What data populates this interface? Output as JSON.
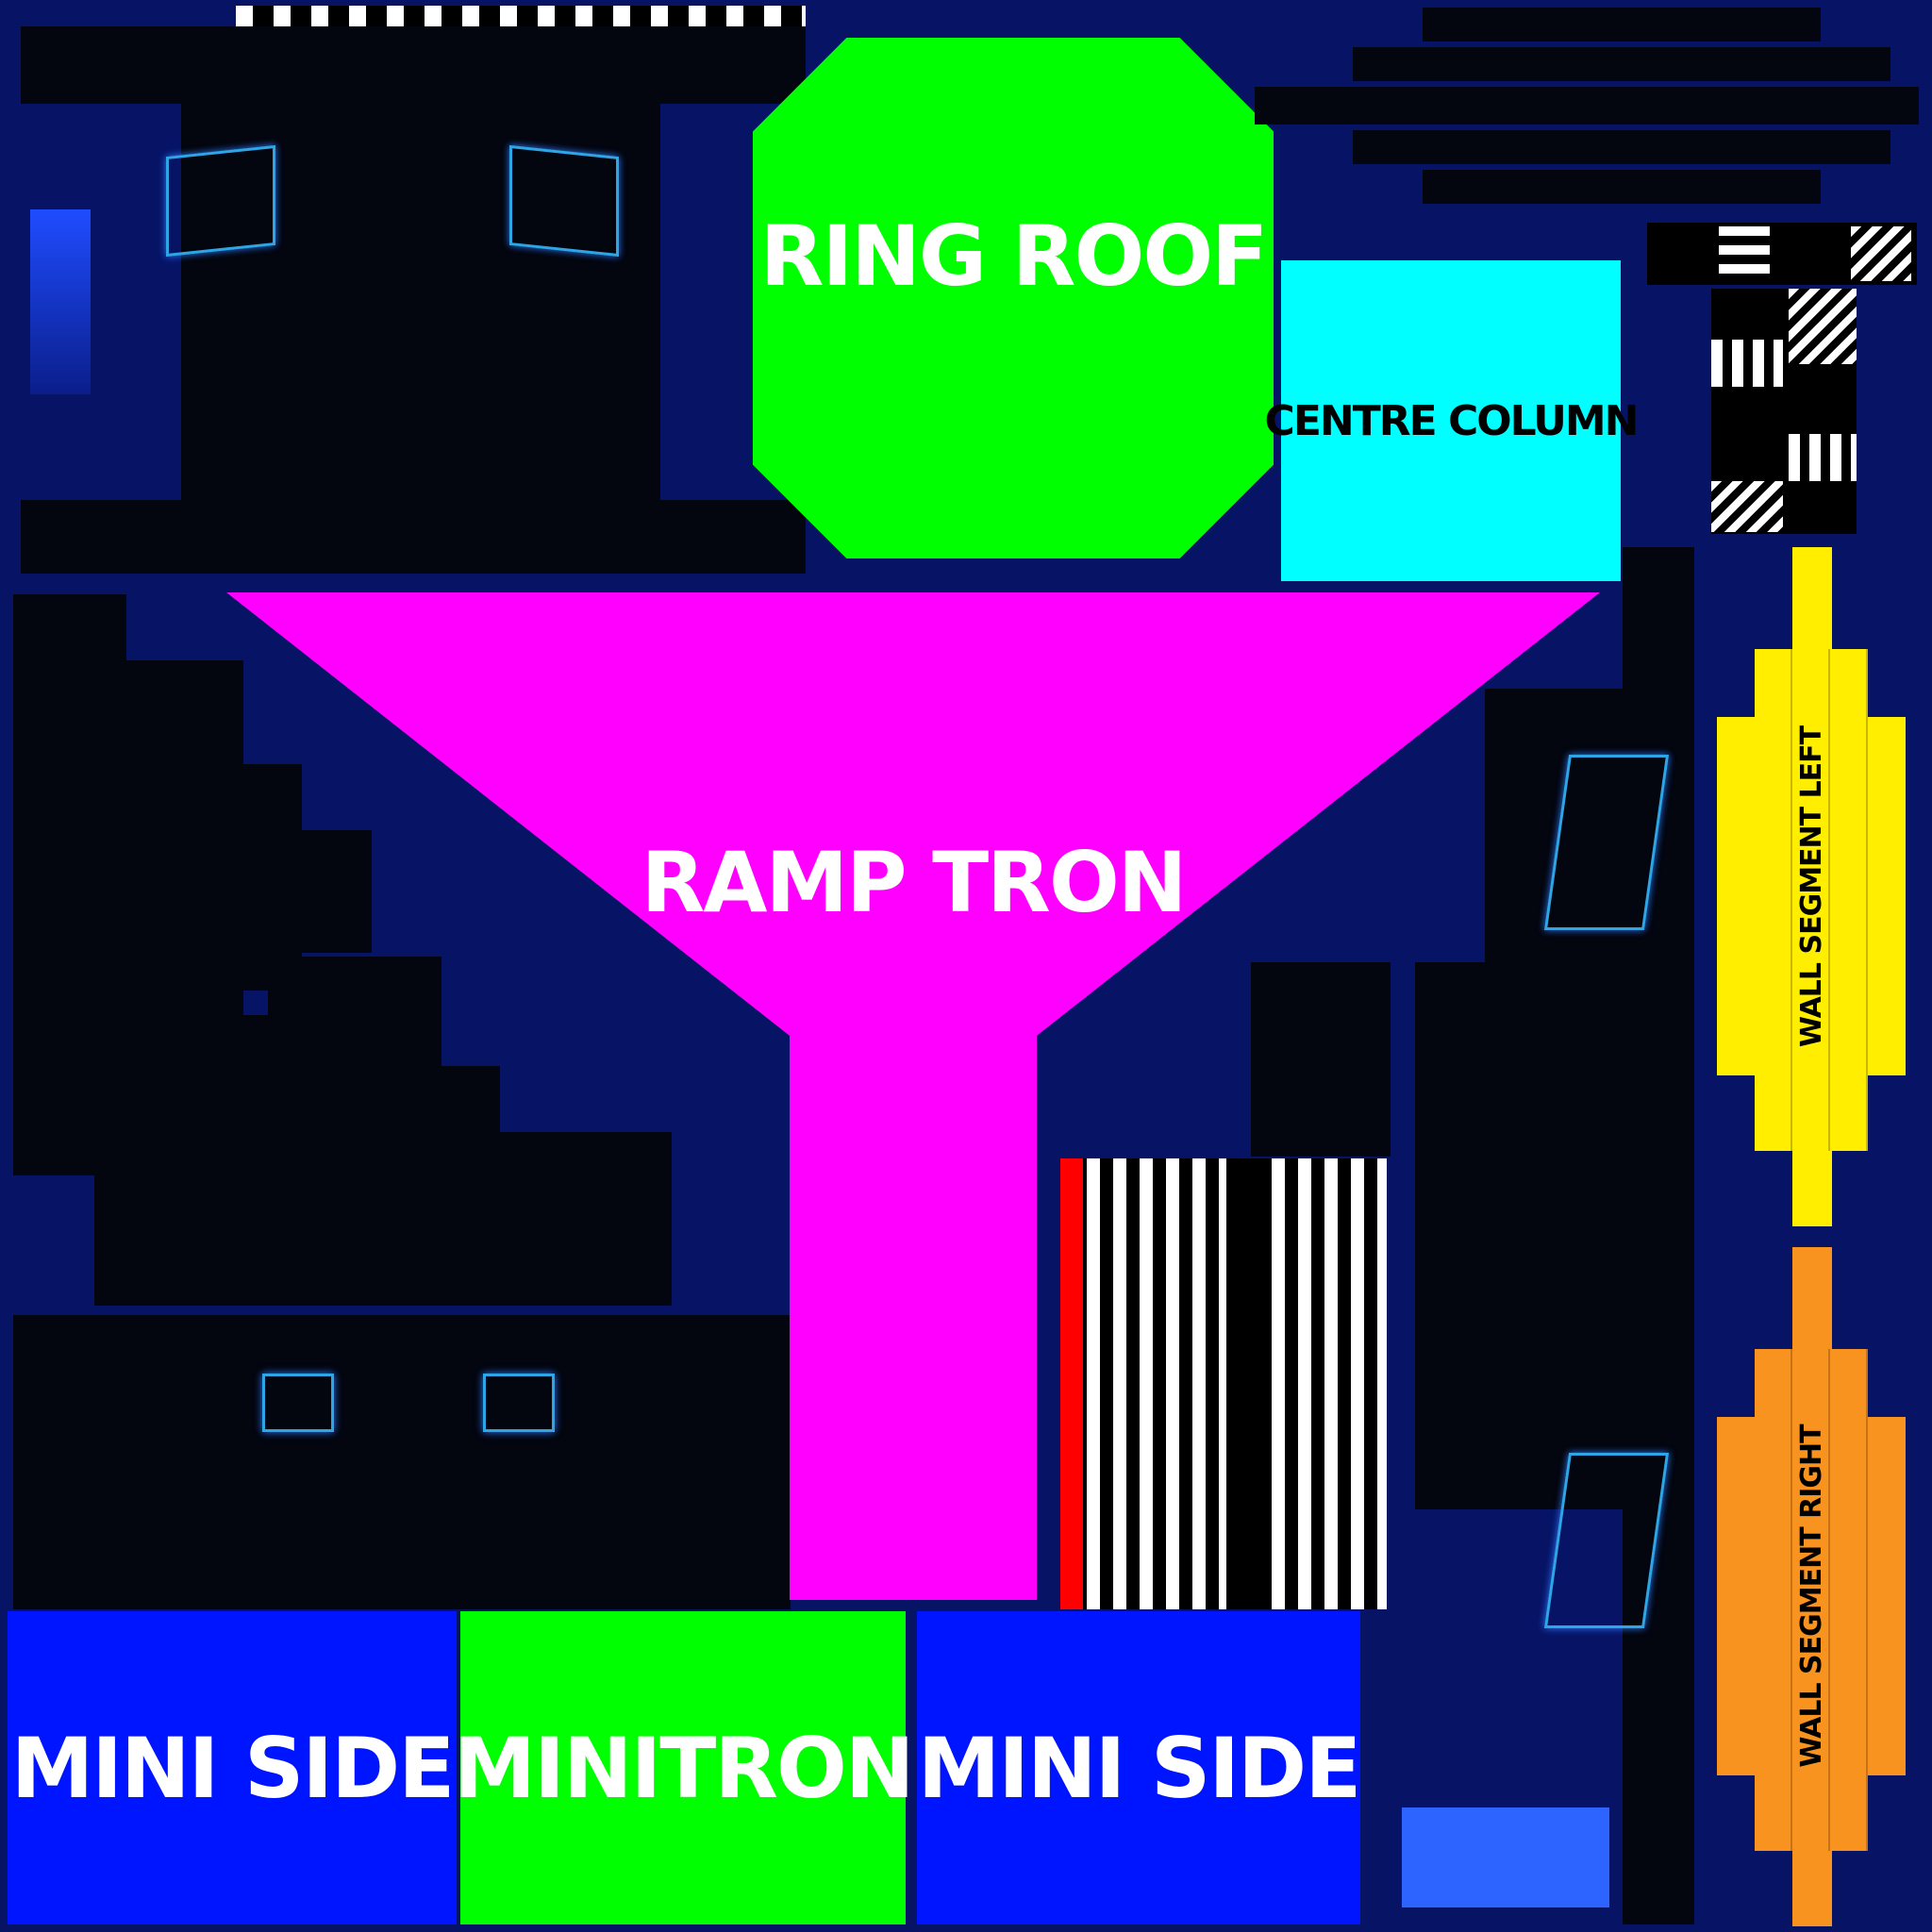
{
  "panels": {
    "ring_roof": "RING ROOF",
    "centre_column": "CENTRE COLUMN",
    "ramp_tron": "RAMP TRON",
    "mini_side_left": "MINI SIDE",
    "minitron": "MINITRON",
    "mini_side_right": "MINI SIDE",
    "wall_segment_left": "WALL SEGMENT LEFT",
    "wall_segment_right": "WALL SEGMENT RIGHT"
  },
  "colors": {
    "background": "#071466",
    "ring_roof": "#00ff00",
    "centre_column": "#00ffff",
    "ramp_tron": "#ff00ff",
    "mini_side": "#0015ff",
    "minitron": "#00ff00",
    "wall_segment_left": "#ffee00",
    "wall_segment_right": "#f7931e",
    "neon_line": "#2ea6e6"
  }
}
